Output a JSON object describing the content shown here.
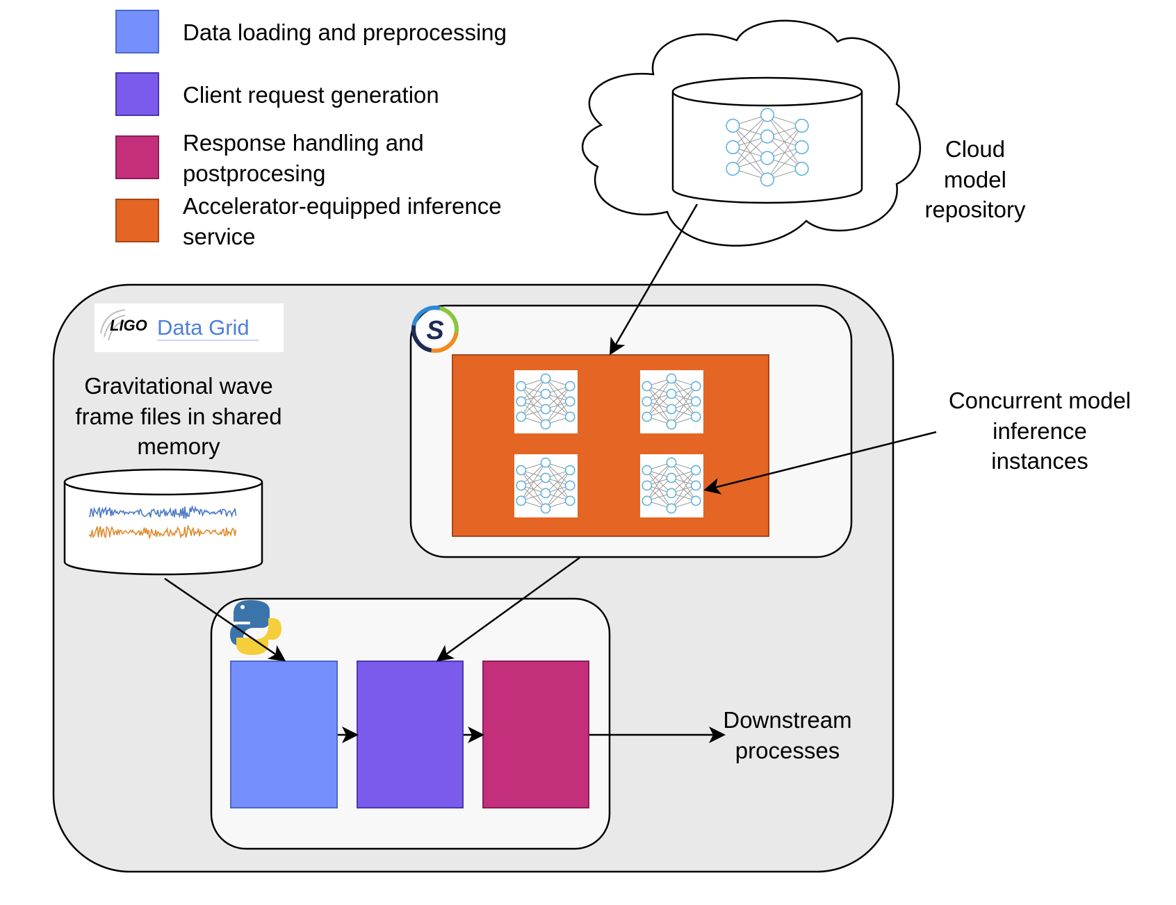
{
  "legend": {
    "items": [
      {
        "label_lines": [
          "Data loading and preprocessing"
        ],
        "color": "#7590fd"
      },
      {
        "label_lines": [
          "Client request generation"
        ],
        "color": "#7b5bec"
      },
      {
        "label_lines": [
          "Response handling and",
          "postprocesing"
        ],
        "color": "#c42f7b"
      },
      {
        "label_lines": [
          "Accelerator-equipped inference",
          "service"
        ],
        "color": "#e46524"
      }
    ]
  },
  "cloud": {
    "label_lines": [
      "Cloud",
      "model",
      "repository"
    ]
  },
  "ligo_logo": {
    "ligo_text": "LIGO",
    "data_grid_text": "Data Grid"
  },
  "frames": {
    "label_lines": [
      "Gravitational wave",
      "frame files in shared",
      "memory"
    ]
  },
  "concurrent": {
    "label_lines": [
      "Concurrent model",
      "inference",
      "instances"
    ]
  },
  "downstream": {
    "label_lines": [
      "Downstream",
      "processes"
    ]
  },
  "server_logo": {
    "letter": "S"
  },
  "colors": {
    "outer_container": "#e9e9e9",
    "inner_container": "#f8f8f8",
    "node_stroke": "#5fb2e0",
    "edge_stroke": "#9a9a9a",
    "wave_blue": "#4a78c4",
    "wave_orange": "#e08a2c",
    "python_blue": "#3b74aa",
    "python_yellow": "#f5cf3b"
  }
}
